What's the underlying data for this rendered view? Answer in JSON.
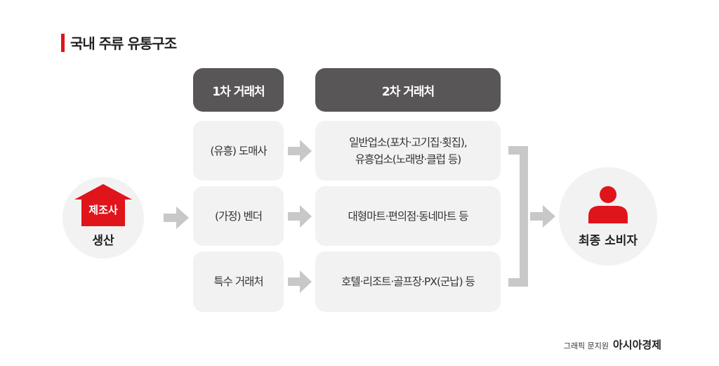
{
  "title": "국내 주류 유통구조",
  "headers": {
    "first": "1차 거래처",
    "second": "2차 거래처"
  },
  "producer": {
    "badge": "제조사",
    "label": "생산"
  },
  "rows": [
    {
      "first": "(유흥) 도매사",
      "second": "일반업소(포차·고기집·횟집),\n유흥업소(노래방·클럽 등)"
    },
    {
      "first": "(가정) 벤더",
      "second": "대형마트·편의점·동네마트 등"
    },
    {
      "first": "특수 거래처",
      "second": "호텔·리조트·골프장·PX(군납) 등"
    }
  ],
  "consumer": {
    "label": "최종 소비자"
  },
  "credit": {
    "text": "그래픽 문지원",
    "brand": "아시아경제"
  },
  "colors": {
    "accent": "#e0141b",
    "pill": "#595657",
    "box": "#f2f2f2",
    "arrow": "#c8c8c8"
  }
}
